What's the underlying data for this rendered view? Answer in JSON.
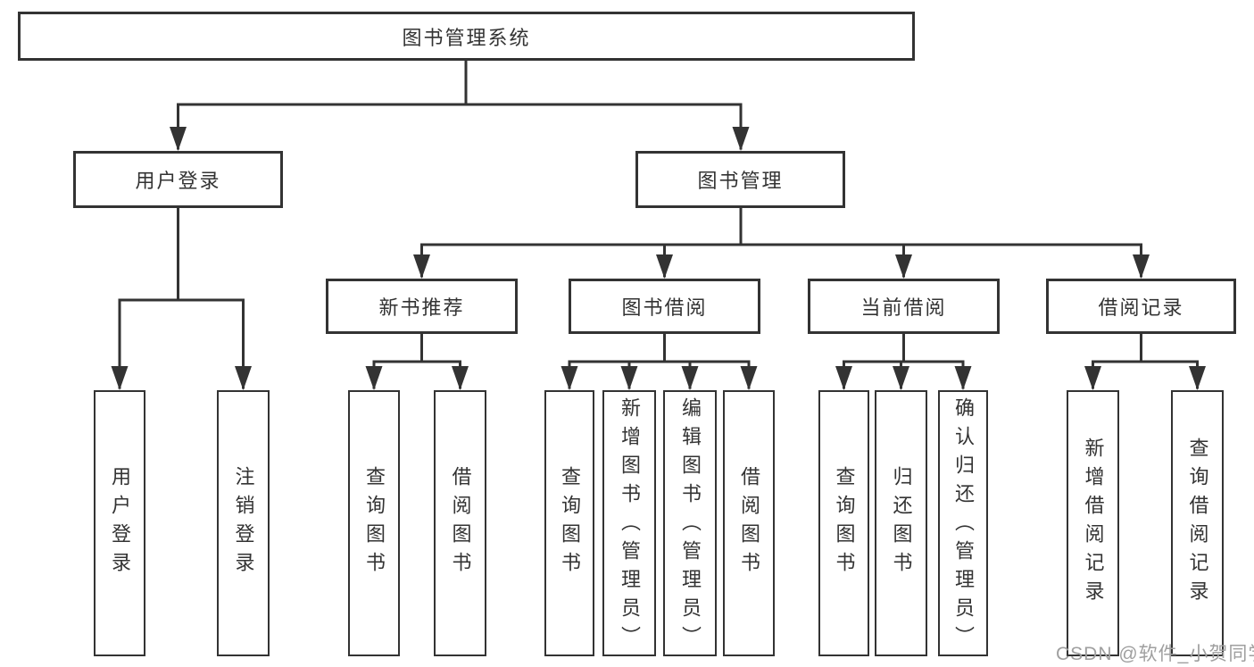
{
  "diagram": {
    "root": {
      "label": "图书管理系统"
    },
    "level2": [
      {
        "label": "用户登录"
      },
      {
        "label": "图书管理"
      }
    ],
    "level3": [
      {
        "label": "新书推荐",
        "parent": "图书管理"
      },
      {
        "label": "图书借阅",
        "parent": "图书管理"
      },
      {
        "label": "当前借阅",
        "parent": "图书管理"
      },
      {
        "label": "借阅记录",
        "parent": "图书管理"
      }
    ],
    "leaves": [
      {
        "label": "用户登录",
        "parent": "用户登录"
      },
      {
        "label": "注销登录",
        "parent": "用户登录"
      },
      {
        "label": "查询图书",
        "parent": "新书推荐"
      },
      {
        "label": "借阅图书",
        "parent": "新书推荐"
      },
      {
        "label": "查询图书",
        "parent": "图书借阅"
      },
      {
        "label": "新增图书（管理员）",
        "parent": "图书借阅"
      },
      {
        "label": "编辑图书（管理员）",
        "parent": "图书借阅"
      },
      {
        "label": "借阅图书",
        "parent": "图书借阅"
      },
      {
        "label": "查询图书",
        "parent": "当前借阅"
      },
      {
        "label": "归还图书",
        "parent": "当前借阅"
      },
      {
        "label": "确认归还（管理员）",
        "parent": "当前借阅"
      },
      {
        "label": "新增借阅记录",
        "parent": "借阅记录"
      },
      {
        "label": "查询借阅记录",
        "parent": "借阅记录"
      }
    ]
  },
  "watermark": {
    "text": "CSDN @软件_小贺同学"
  },
  "colors": {
    "line": "#333333",
    "box_border": "#333333",
    "box_fill": "#ffffff",
    "text": "#333333",
    "watermark": "#9f9f9f",
    "background": "#ffffff"
  }
}
